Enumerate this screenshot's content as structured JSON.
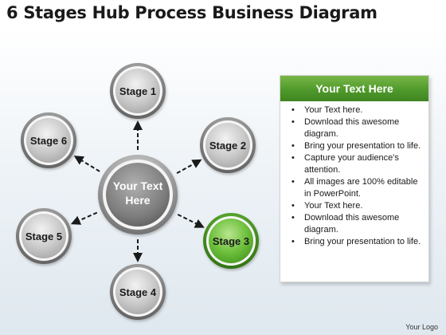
{
  "title": "6 Stages Hub Process Business Diagram",
  "hub": {
    "line1": "Your Text",
    "line2": "Here"
  },
  "stages": [
    {
      "id": "stage-1",
      "label": "Stage 1",
      "highlight": false
    },
    {
      "id": "stage-2",
      "label": "Stage 2",
      "highlight": false
    },
    {
      "id": "stage-3",
      "label": "Stage 3",
      "highlight": true
    },
    {
      "id": "stage-4",
      "label": "Stage 4",
      "highlight": false
    },
    {
      "id": "stage-5",
      "label": "Stage 5",
      "highlight": false
    },
    {
      "id": "stage-6",
      "label": "Stage 6",
      "highlight": false
    }
  ],
  "panel": {
    "header": "Your Text Here",
    "items": [
      "Your Text here.",
      "Download this awesome diagram.",
      "Bring your presentation to life.",
      "Capture your audience's attention.",
      "All images are 100% editable in PowerPoint.",
      "Your Text here.",
      "Download this awesome diagram.",
      "Bring your presentation to life."
    ]
  },
  "logo": "Your Logo",
  "colors": {
    "gray_node": "#9a9a9a",
    "green_node": "#5ba833",
    "header_green": "#4f9a2b",
    "arrow": "#1a1a1a"
  }
}
